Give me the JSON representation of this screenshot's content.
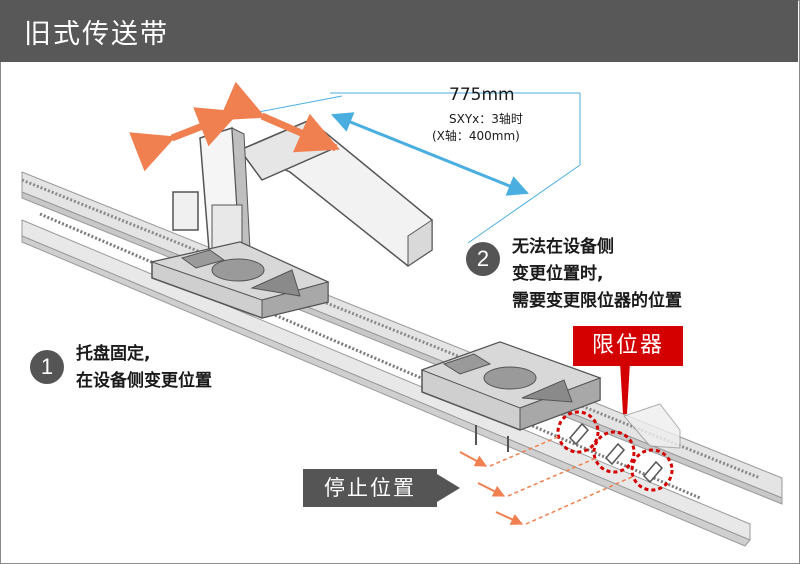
{
  "header": {
    "title": "旧式传送带"
  },
  "dimension": {
    "main": "775mm",
    "sub_line1": "SXYx：3轴时",
    "sub_line2": "(X轴：400mm)"
  },
  "note1": {
    "number": "1",
    "line1": "托盘固定,",
    "line2": "在设备侧变更位置"
  },
  "note2": {
    "number": "2",
    "line1": "无法在设备侧",
    "line2": "变更位置时,",
    "line3": "需要变更限位器的位置"
  },
  "labels": {
    "limiter": "限位器",
    "stop_position": "停止位置"
  },
  "colors": {
    "header_bg": "#585858",
    "accent_red": "#d40000",
    "arrow_orange": "#f08050",
    "dimension_blue": "#4aaee0",
    "badge_gray": "#555555"
  }
}
